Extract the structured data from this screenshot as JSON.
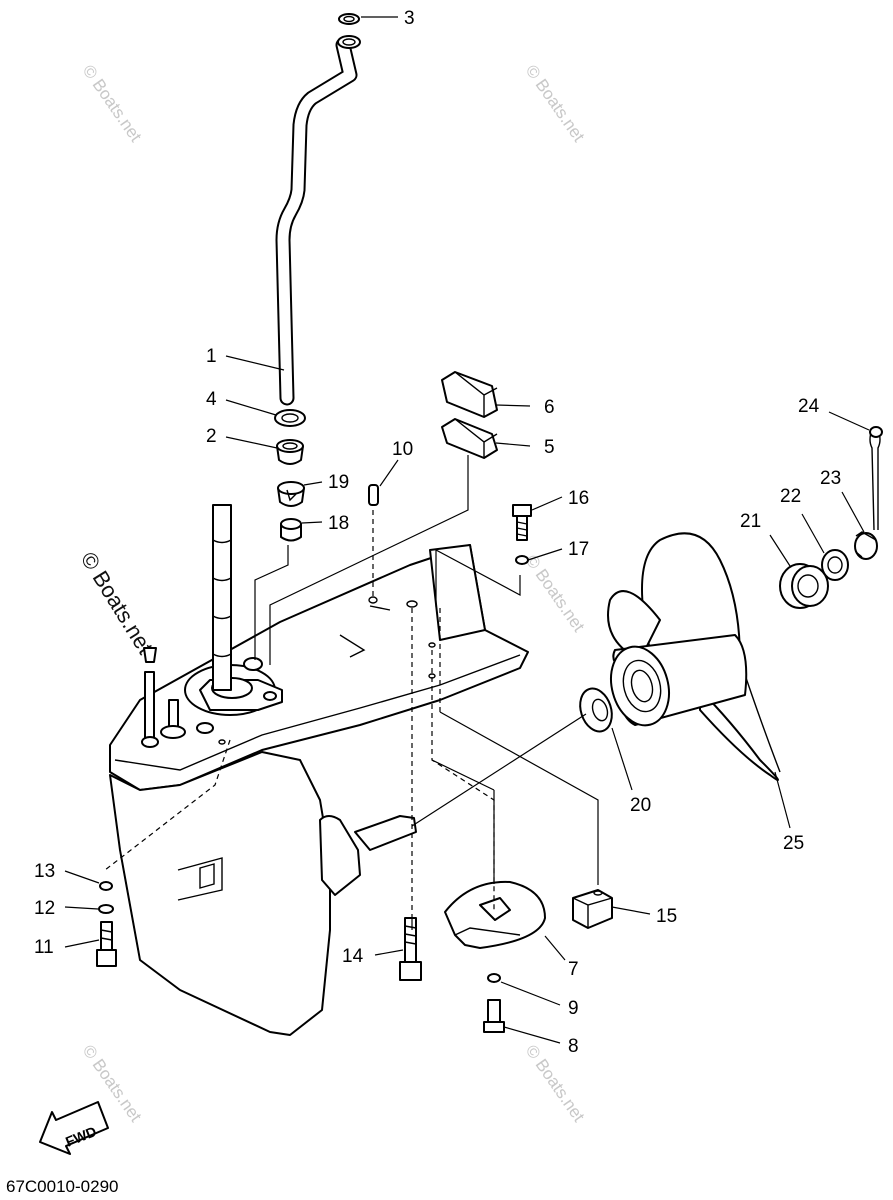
{
  "diagram": {
    "code": "67C0010-0290",
    "fwd_label": "FWD",
    "watermark_text": "© Boats.net",
    "callouts": [
      "1",
      "2",
      "3",
      "4",
      "5",
      "6",
      "7",
      "8",
      "9",
      "10",
      "11",
      "12",
      "13",
      "14",
      "15",
      "16",
      "17",
      "18",
      "19",
      "20",
      "21",
      "22",
      "23",
      "24",
      "25"
    ]
  }
}
